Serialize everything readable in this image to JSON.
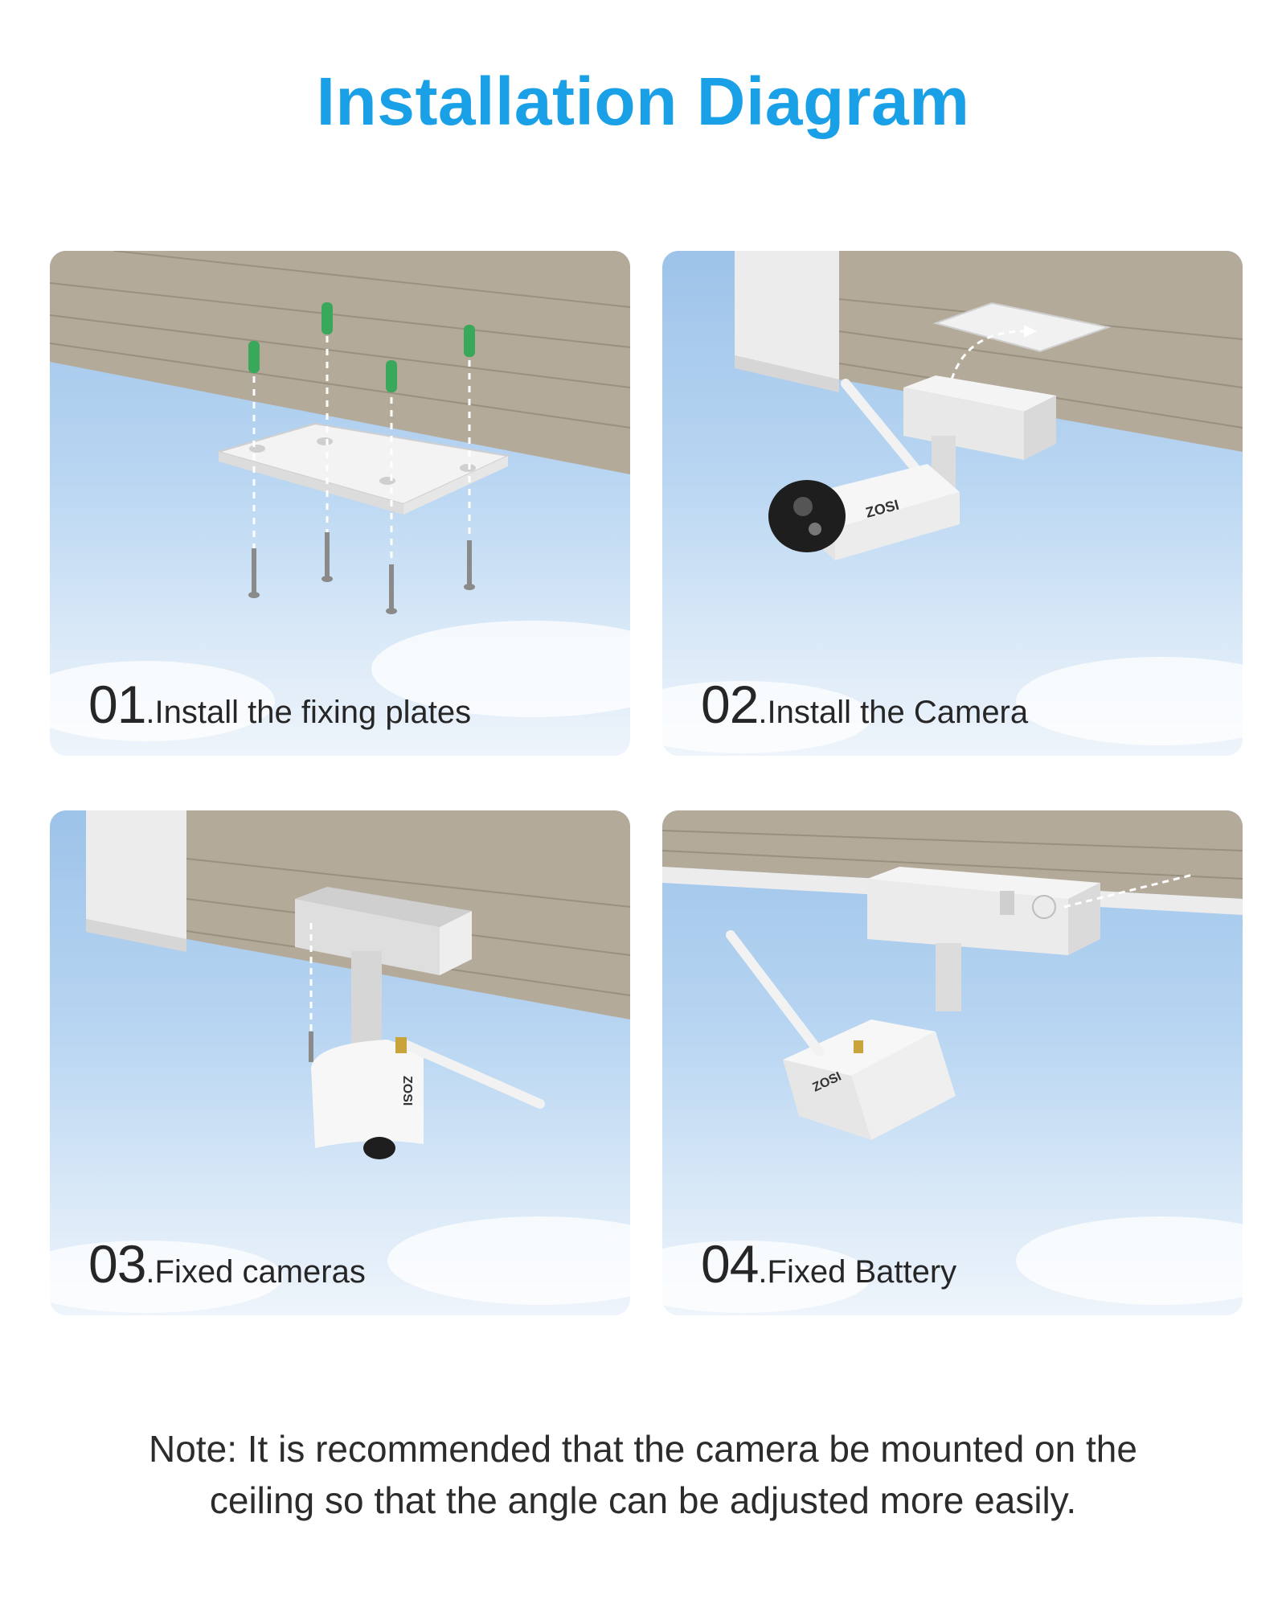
{
  "title": "Installation Diagram",
  "steps": [
    {
      "number": "01",
      "label": ".Install the fixing plates"
    },
    {
      "number": "02",
      "label": ".Install the Camera"
    },
    {
      "number": "03",
      "label": ".Fixed cameras"
    },
    {
      "number": "04",
      "label": ".Fixed Battery"
    }
  ],
  "brand": "ZOSI",
  "note": {
    "line1": "Note: It is recommended that the camera be mounted on the",
    "line2": "ceiling so that the angle can be adjusted more easily."
  },
  "colors": {
    "title": "#1aa0e6",
    "anchor": "#3aa85a",
    "wood": "#b4aa9a",
    "sky": "#b9d6f2"
  }
}
